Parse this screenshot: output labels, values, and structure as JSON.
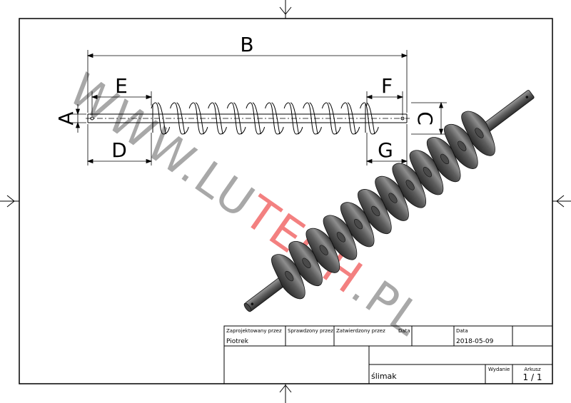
{
  "dimensions": {
    "a_label": "A",
    "b_label": "B",
    "c_label": "C",
    "d_label": "D",
    "e_label": "E",
    "f_label": "F",
    "g_label": "G"
  },
  "watermark": {
    "text_gray_prefix": "WWW.LU",
    "text_red": "TECH",
    "text_gray_suffix": ".PL",
    "gray_color": "#9a9a9a",
    "red_color": "#f26a6a"
  },
  "title_block": {
    "designed_by_label": "Zaprojektowany przez",
    "checked_by_label": "Sprawdzony przez",
    "approved_by_label": "Zatwierdzony przez",
    "date_label_1": "Data",
    "date_label_2": "Data",
    "designer_name": "Piotrek",
    "date_value": "2018-05-09",
    "part_name": "ślimak",
    "edition_label": "Wydanie",
    "sheet_label": "Arkusz",
    "sheet_value": "1 / 1"
  },
  "colors": {
    "line": "#000000",
    "auger_dark": "#3a3a3a",
    "auger_mid": "#6a6a6a",
    "auger_light": "#b5b5b5",
    "shaft": "#5a5a5a"
  }
}
